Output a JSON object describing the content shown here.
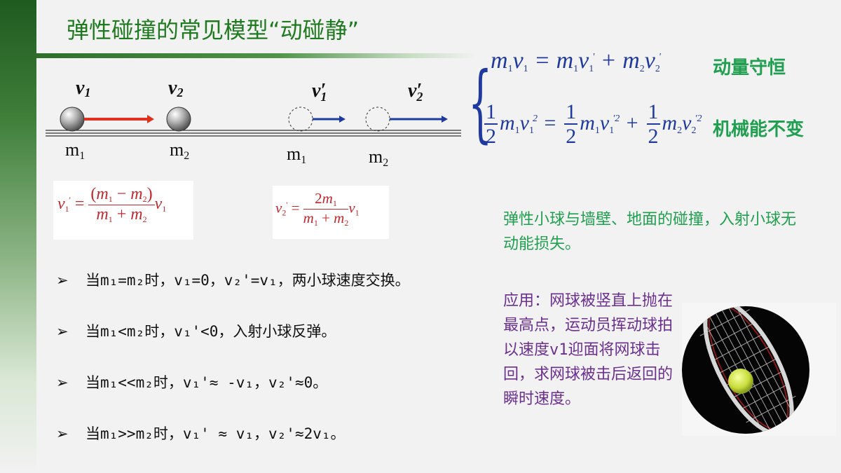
{
  "title": "弹性碰撞的常见模型“动碰静”",
  "diagram": {
    "v1_label": "v",
    "v1_sub": "1",
    "v2_label": "v",
    "v2_sub": "2",
    "v1p_label": "v′",
    "v1p_sub": "1",
    "v2p_label": "v′",
    "v2p_sub": "2",
    "m1_label": "m",
    "m1_sub": "1",
    "m2_label": "m",
    "m2_sub": "2"
  },
  "equations": {
    "momentum_label": "动量守恒",
    "energy_label": "机械能不变"
  },
  "bullets": [
    {
      "text": "当m₁=m₂时，v₁=0，v₂'=v₁，两小球速度交换。"
    },
    {
      "text": "当m₁<m₂时，v₁'<0，入射小球反弹。"
    },
    {
      "text": "当m₁<<m₂时，v₁'≈ -v₁，v₂'≈0。"
    },
    {
      "text": "当m₁>>m₂时，v₁' ≈ v₁，v₂'≈2v₁。"
    }
  ],
  "bullet_marker": "➢",
  "green_note": "弹性小球与墙壁、地面的碰撞，入射小球无动能损失。",
  "application_note": "应用：网球被竖直上抛在最高点，运动员挥动球拍以速度v1迎面将网球击回，求网球被击后返回的瞬时速度。",
  "colors": {
    "title": "#1f7a1f",
    "equation_blue": "#1f3a9f",
    "label_green": "#1f9f4f",
    "formula_red": "#c0282d",
    "application_purple": "#6a2f8f"
  }
}
